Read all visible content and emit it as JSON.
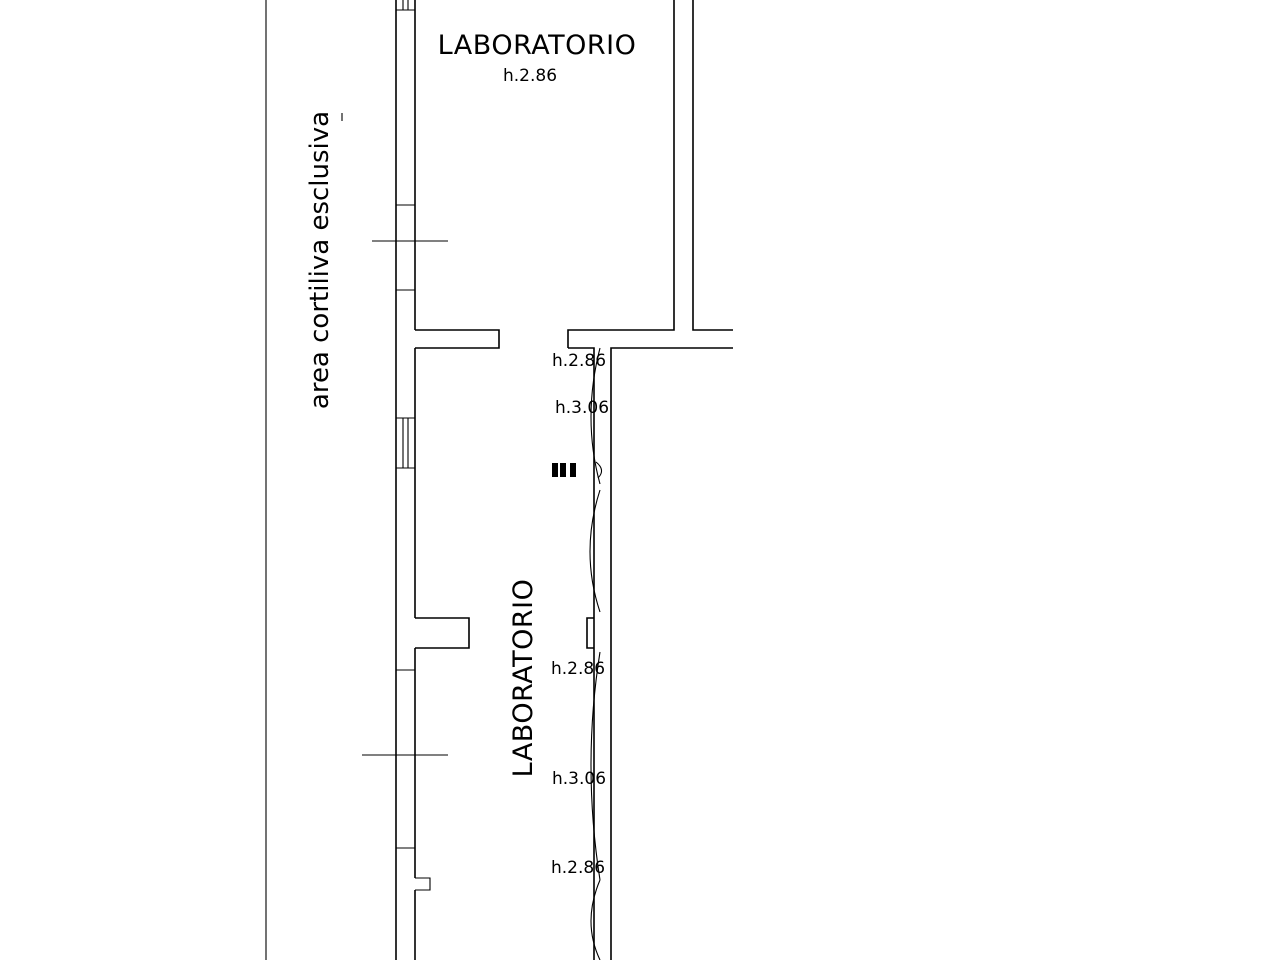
{
  "rooms": {
    "top": {
      "name": "LABORATORIO",
      "height": "h.2.86"
    },
    "corridor": {
      "name": "LABORATORIO"
    }
  },
  "courtyard": {
    "label": "area cortiliva esclusiva"
  },
  "heights": {
    "h1": "h.2.86",
    "h2": "h.3.06",
    "h3": "h.2.86",
    "h4": "h.3.06",
    "h5": "h.2.86"
  },
  "colors": {
    "line": "#000000",
    "background": "#ffffff"
  }
}
